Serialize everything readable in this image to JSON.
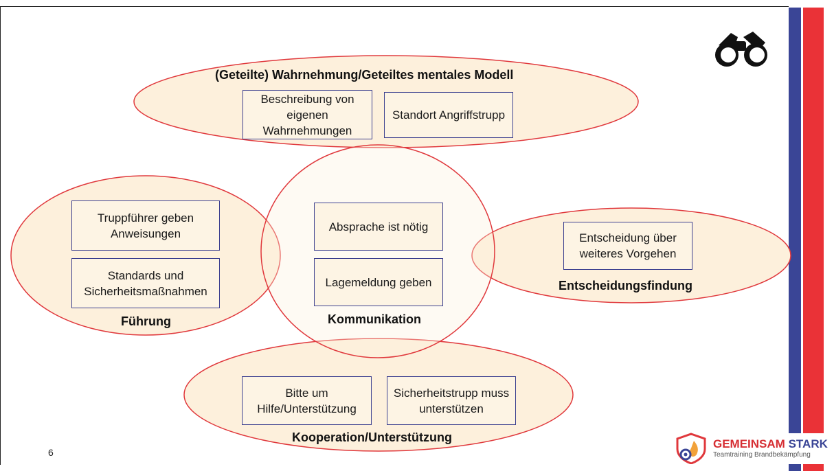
{
  "page_number": "6",
  "colors": {
    "ellipse_stroke": "#e0383c",
    "ellipse_fill": "#fdf0dc",
    "box_border": "#3b3f8f",
    "bar_blue": "#3a4596",
    "bar_red": "#ea3237"
  },
  "groups": {
    "wahrnehmung": {
      "title": "(Geteilte) Wahrnehmung/Geteiltes mentales Modell",
      "items": [
        "Beschreibung von eigenen Wahrnehmungen",
        "Standort Angriffstrupp"
      ]
    },
    "fuehrung": {
      "title": "Führung",
      "items": [
        "Truppführer geben Anweisungen",
        "Standards und Sicherheitsmaßnahmen"
      ]
    },
    "kommunikation": {
      "title": "Kommunikation",
      "items": [
        "Absprache ist nötig",
        "Lagemeldung geben"
      ]
    },
    "entscheidung": {
      "title": "Entscheidungsfindung",
      "items": [
        "Entscheidung über weiteres Vorgehen"
      ]
    },
    "kooperation": {
      "title": "Kooperation/Unterstützung",
      "items": [
        "Bitte um Hilfe/Unterstützung",
        "Sicherheitstrupp muss unterstützen"
      ]
    }
  },
  "icons": {
    "binoculars": "binoculars-icon",
    "logo": "shield-logo-icon"
  },
  "logo": {
    "brand_part1": "GEMEINSAM",
    "brand_part2": "STARK",
    "tagline": "Teamtraining Brandbekämpfung"
  }
}
